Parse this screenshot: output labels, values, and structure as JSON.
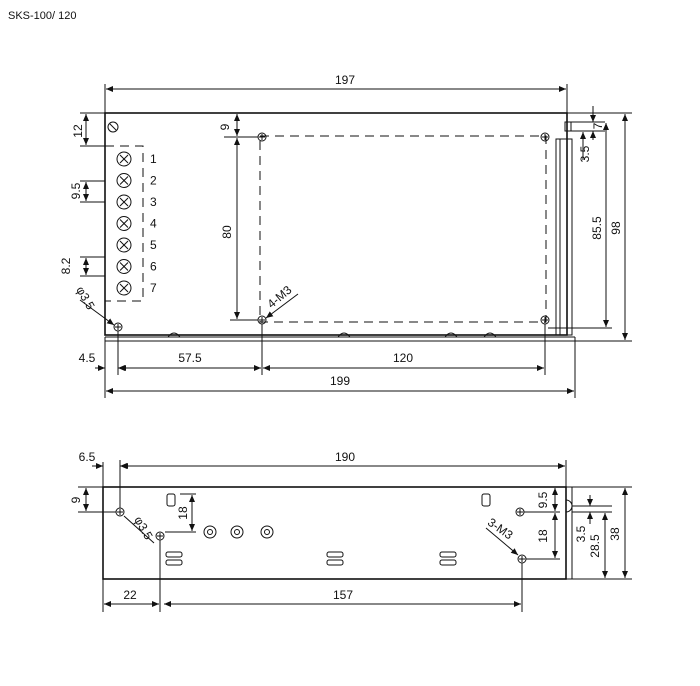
{
  "title": "SKS-100/ 120",
  "top_view": {
    "width_label": "197",
    "terminal_offset_label": "12",
    "terminal_numbers": [
      "1",
      "2",
      "3",
      "4",
      "5",
      "6",
      "7"
    ],
    "terminal_pitch_a": "9.5",
    "terminal_pitch_b": "8.2",
    "hole_diameter_label": "φ3.5",
    "mount_holes_label": "4-M3",
    "hole_top_offset": "9",
    "hole_vertical_span": "80",
    "right_small_1": "7",
    "right_small_2": "3.5",
    "right_height_inner": "85.5",
    "right_height_total": "98",
    "left_offset": "4.5",
    "hole_offset_x": "57.5",
    "hole_span_x": "120",
    "total_width_bottom": "199"
  },
  "side_view": {
    "left_offset": "6.5",
    "width_label": "190",
    "hole_top_offset": "9",
    "hole_diameter_label": "φ3.5",
    "left_slot_height": "18",
    "right_top_offset": "9.5",
    "right_hole_span": "18",
    "mount_holes_label": "3-M3",
    "right_small": "3.5",
    "right_mid": "28.5",
    "height_total": "38",
    "hole_offset_x": "22",
    "hole_span_x": "157"
  }
}
